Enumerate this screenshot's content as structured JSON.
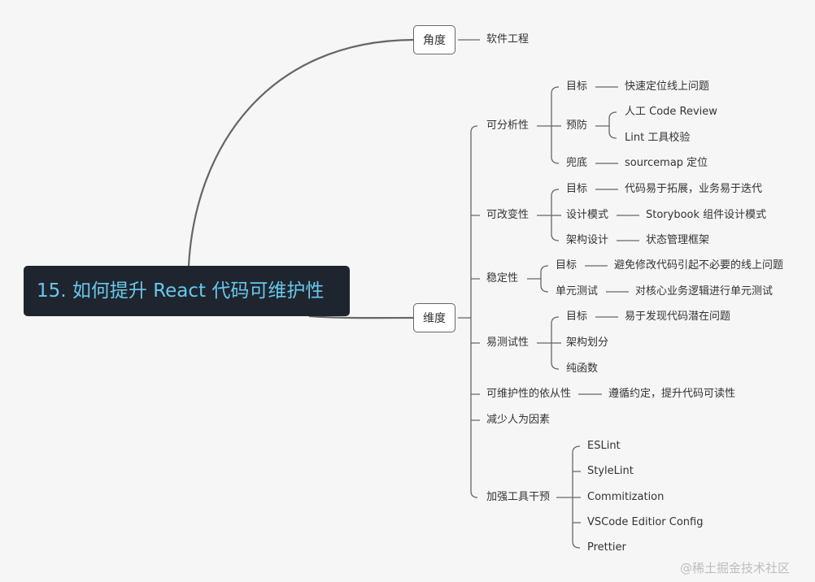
{
  "root": "15. 如何提升 React 代码可维护性",
  "branches": {
    "angle": {
      "label": "角度",
      "children": [
        "软件工程"
      ]
    },
    "dimension": {
      "label": "维度",
      "analyzability": {
        "label": "可分析性",
        "target": {
          "label": "目标",
          "value": "快速定位线上问题"
        },
        "prevent": {
          "label": "预防",
          "items": [
            "人工 Code Review",
            "Lint 工具校验"
          ]
        },
        "fallback": {
          "label": "兜底",
          "value": "sourcemap 定位"
        }
      },
      "changeability": {
        "label": "可改变性",
        "target": {
          "label": "目标",
          "value": "代码易于拓展，业务易于迭代"
        },
        "design": {
          "label": "设计模式",
          "value": "Storybook 组件设计模式"
        },
        "arch": {
          "label": "架构设计",
          "value": "状态管理框架"
        }
      },
      "stability": {
        "label": "稳定性",
        "target": {
          "label": "目标",
          "value": "避免修改代码引起不必要的线上问题"
        },
        "unit": {
          "label": "单元测试",
          "value": "对核心业务逻辑进行单元测试"
        }
      },
      "testability": {
        "label": "易测试性",
        "target": {
          "label": "目标",
          "value": "易于发现代码潜在问题"
        },
        "items": [
          "架构划分",
          "纯函数"
        ]
      },
      "compliance": {
        "label": "可维护性的依从性",
        "value": "遵循约定，提升代码可读性"
      },
      "reduce": {
        "label": "减少人为因素"
      },
      "tools": {
        "label": "加强工具干预",
        "items": [
          "ESLint",
          "StyleLint",
          "Commitization",
          "VSCode Editior Config",
          "Prettier"
        ]
      }
    }
  },
  "watermark": "@稀土掘金技术社区",
  "colors": {
    "root_bg": "#1f252e",
    "root_text": "#68c8ee",
    "line": "#666666"
  }
}
